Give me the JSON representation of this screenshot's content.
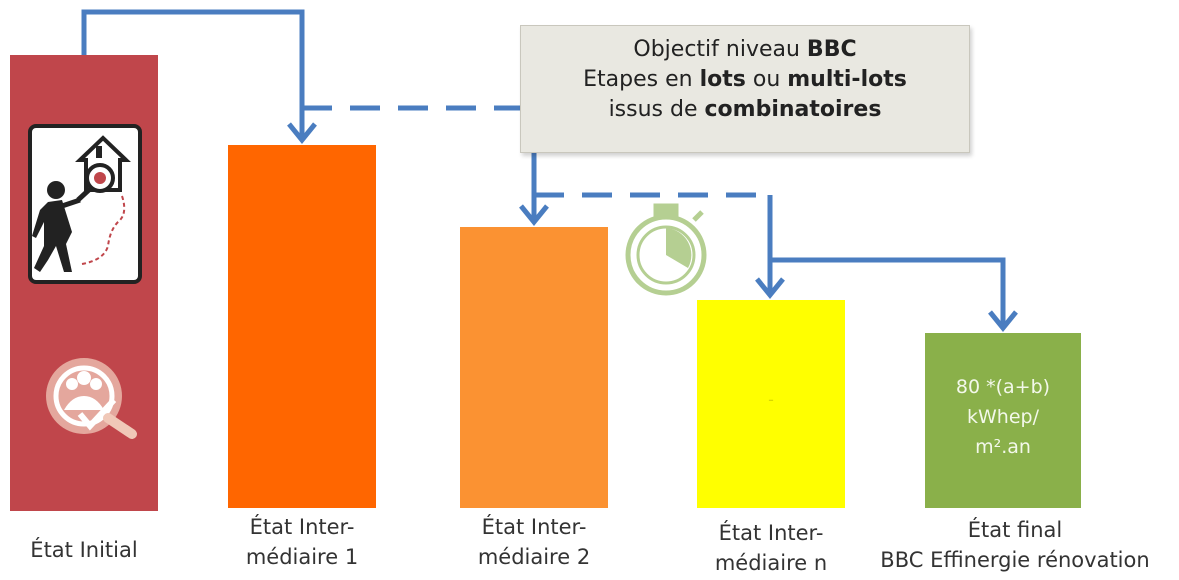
{
  "callout": {
    "line1": "Objectif niveau ",
    "line1_bold": "BBC",
    "line2_a": "Etapes en ",
    "line2_bold1": "lots",
    "line2_b": " ou ",
    "line2_bold2": "multi-lots",
    "line3_a": "issus de ",
    "line3_bold": "combinatoires"
  },
  "stages": [
    {
      "label_line1": "État Initial",
      "label_line2": "",
      "color": "#c0464b"
    },
    {
      "label_line1": "État Inter-",
      "label_line2": "médiaire 1",
      "color": "#ff6600"
    },
    {
      "label_line1": "État Inter-",
      "label_line2": "médiaire 2",
      "color": "#fb9232"
    },
    {
      "label_line1": "État Inter-",
      "label_line2": "médiaire n",
      "color": "#ffff00"
    },
    {
      "label_line1": "État final",
      "label_line2": "BBC Effinergie rénovation",
      "color": "#8ab04a"
    }
  ],
  "final_bar_text": {
    "line1": "80 *(a+b)",
    "line2": "kWhep/",
    "line3": "m².an"
  },
  "intermediate_n_mark": "-",
  "colors": {
    "arrow": "#4a7dc0",
    "timer": "#b5cf92"
  },
  "icons": [
    "person-house-search-icon",
    "group-check-icon",
    "stopwatch-icon"
  ]
}
